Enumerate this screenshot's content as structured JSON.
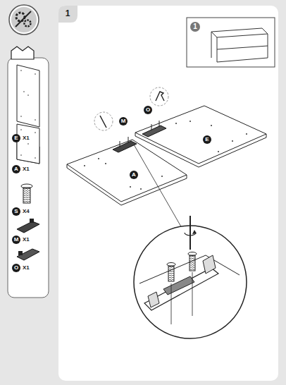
{
  "diagram": {
    "labels": [
      "1",
      "E",
      "X1",
      "A",
      "X1",
      "S",
      "X4",
      "M",
      "X1",
      "O",
      "X1",
      "M",
      "O",
      "E",
      "A",
      "1"
    ]
  }
}
